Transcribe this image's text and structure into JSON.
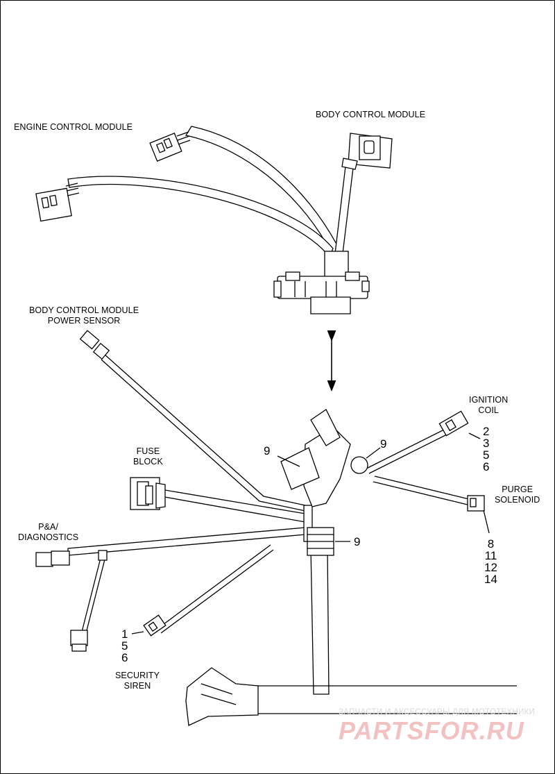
{
  "labels": {
    "engine_control_module": "ENGINE CONTROL MODULE",
    "body_control_module": "BODY CONTROL MODULE",
    "bcm_power_sensor_line1": "BODY CONTROL MODULE",
    "bcm_power_sensor_line2": "POWER SENSOR",
    "ignition_coil_line1": "IGNITION",
    "ignition_coil_line2": "COIL",
    "fuse_block_line1": "FUSE",
    "fuse_block_line2": "BLOCK",
    "purge_solenoid_line1": "PURGE",
    "purge_solenoid_line2": "SOLENOID",
    "pa_diagnostics_line1": "P&A/",
    "pa_diagnostics_line2": "DIAGNOSTICS",
    "security_siren_line1": "SECURITY",
    "security_siren_line2": "SIREN"
  },
  "callouts": {
    "clip_left": "9",
    "clip_right": "9",
    "clip_lower": "9",
    "ignition_coil": [
      "2",
      "3",
      "5",
      "6"
    ],
    "purge_solenoid": [
      "8",
      "11",
      "12",
      "14"
    ],
    "security_siren": [
      "1",
      "5",
      "6"
    ]
  },
  "watermark": {
    "text": "ЗАПЧАСТИ И АКСЕССУАРЫ ДЛЯ МОТОТЕХНИКИ",
    "logo": "PARTSFOR.RU"
  }
}
